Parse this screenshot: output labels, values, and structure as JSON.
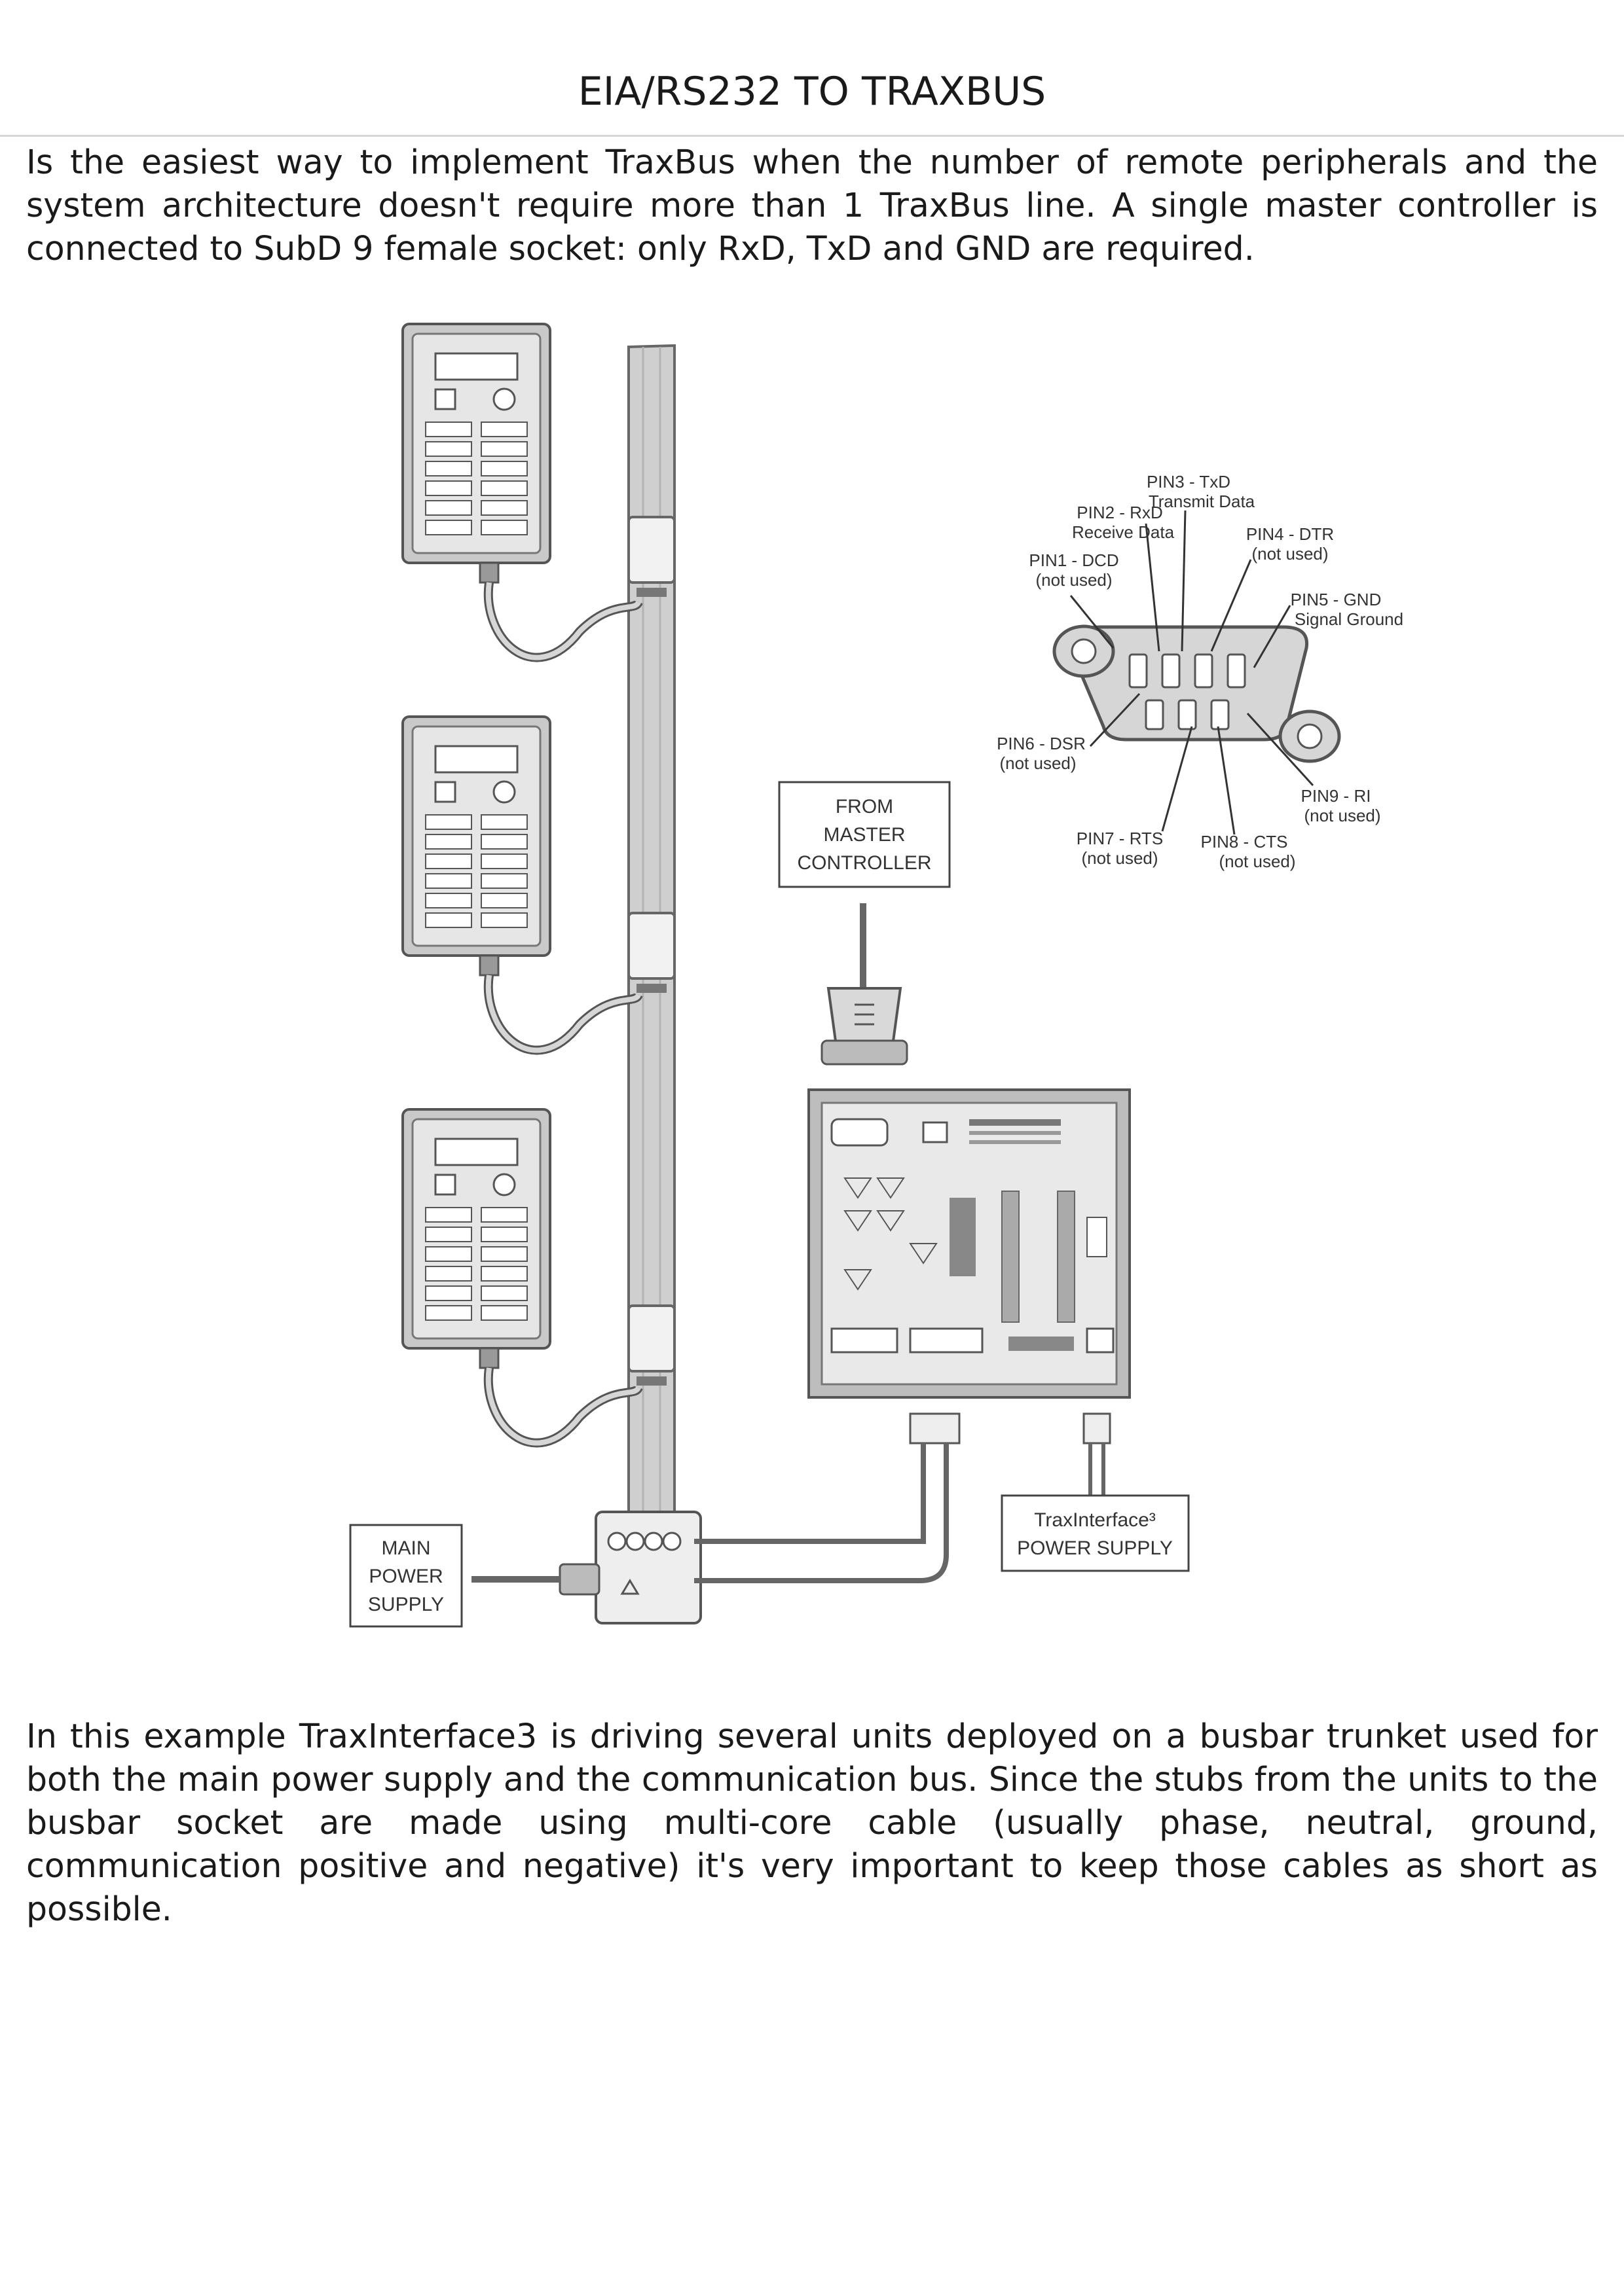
{
  "page": {
    "title": "EIA/RS232 TO TRAXBUS",
    "intro": "Is the easiest way to implement TraxBus when the number of remote peripherals and the system architecture doesn't require more than 1 TraxBus line. A single master controller is connected to SubD 9 female socket: only RxD, TxD and GND are required.",
    "example": "In this example TraxInterface3 is driving several units deployed on a busbar trunket used for both the main power supply and the communication bus. Since the stubs from the units to the busbar socket are made using multi-core cable (usually phase, neutral, ground, communication positive and negative) it's very important to keep those cables as short as possible."
  },
  "diagram": {
    "master_box": [
      "FROM",
      "MASTER",
      "CONTROLLER"
    ],
    "main_power_box": [
      "MAIN",
      "POWER",
      "SUPPLY"
    ],
    "interface_power_box": [
      "TraxInterface³",
      "POWER SUPPLY"
    ],
    "pins": {
      "pin1": [
        "PIN1 - DCD",
        "(not used)"
      ],
      "pin2": [
        "PIN2 - RxD",
        "Receive Data"
      ],
      "pin3": [
        "PIN3 - TxD",
        "Transmit Data"
      ],
      "pin4": [
        "PIN4 - DTR",
        "(not used)"
      ],
      "pin5": [
        "PIN5 - GND",
        "Signal Ground"
      ],
      "pin6": [
        "PIN6 - DSR",
        "(not used)"
      ],
      "pin7": [
        "PIN7 - RTS",
        "(not used)"
      ],
      "pin8": [
        "PIN8 - CTS",
        "(not used)"
      ],
      "pin9": [
        "PIN9 - RI",
        "(not used)"
      ]
    }
  },
  "colors": {
    "text": "#1a1a1a",
    "rule": "#d6d6d6",
    "line": "#555555",
    "device_fill": "#c9c9c9",
    "busbar_fill": "#cfcfcf"
  }
}
